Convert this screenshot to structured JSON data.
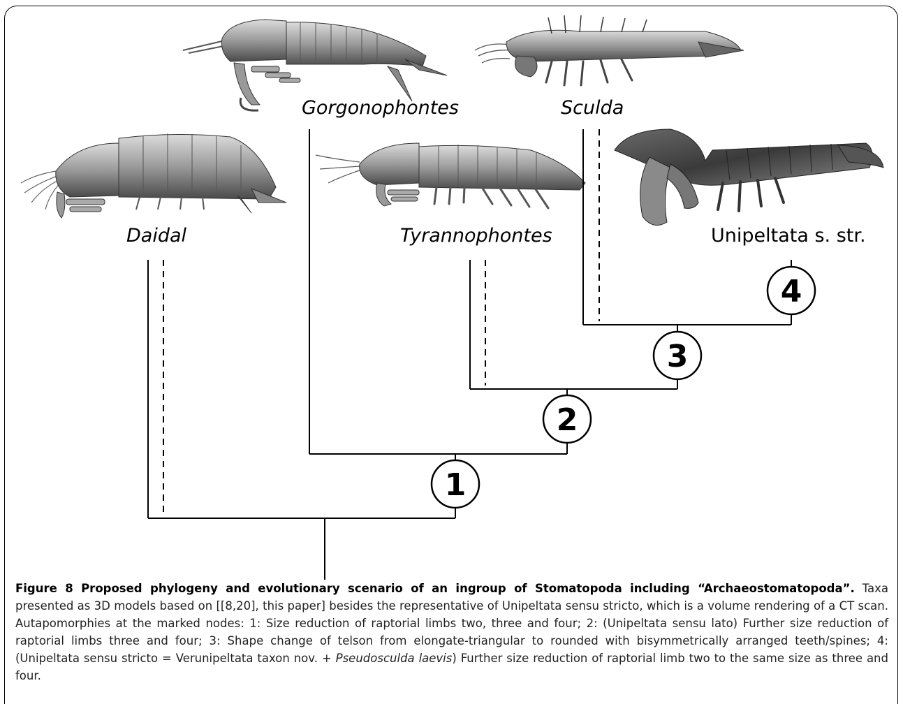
{
  "figure": {
    "taxa": {
      "gorgonophontes": "Gorgonophontes",
      "sculda": "Sculda",
      "daidal": "Daidal",
      "tyrannophontes": "Tyrannophontes",
      "unipeltata": "Unipeltata s. str."
    },
    "nodes": [
      "1",
      "2",
      "3",
      "4"
    ],
    "icons": [
      "daidal-model-icon",
      "gorgonophontes-model-icon",
      "sculda-model-icon",
      "tyrannophontes-model-icon",
      "unipeltata-ct-scan-icon"
    ]
  },
  "caption": {
    "title": "Figure 8 Proposed phylogeny and evolutionary scenario of an ingroup of Stomatopoda including “Archaeostomatopoda”",
    "title_end": ".",
    "text_a": " Taxa presented as 3D models based on [[8,20], this paper] besides the representative of Unipeltata sensu stricto, which is a volume rendering of a CT scan. Autapomorphies at the marked nodes: 1: Size reduction of raptorial limbs two, three and four; 2: (Unipeltata sensu lato) Further size reduction of raptorial limbs three and four; 3: Shape change of telson from elongate-triangular to rounded with bisymmetrically arranged teeth/spines; 4: (Unipeltata sensu stricto = Verunipeltata taxon nov. + ",
    "italic_name": "Pseudosculda laevis",
    "text_b": ") Further size reduction of raptorial limb two to the same size as three and four."
  }
}
